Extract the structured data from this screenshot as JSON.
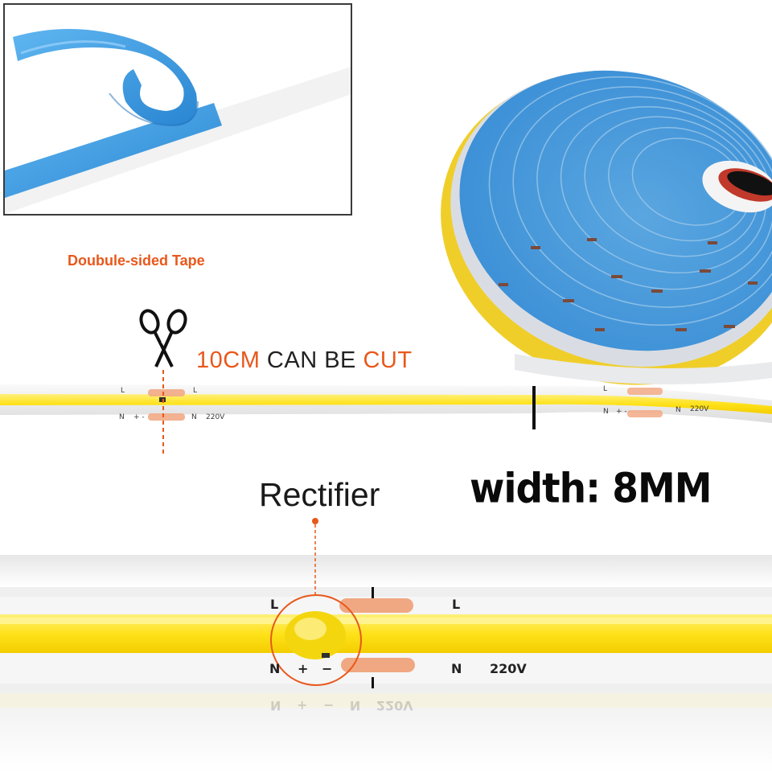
{
  "inset": {
    "caption": "Doubule-sided Tape"
  },
  "cut_info": {
    "part1": "10CM",
    "part2": "CAN BE",
    "part3": "CUT"
  },
  "width_info": {
    "label": "width: 8MM"
  },
  "rectifier": {
    "label": "Rectifier"
  },
  "strip_small": {
    "top_left": "L",
    "top_right": "L",
    "bottom_n": "N",
    "bottom_pm": "+ -",
    "bottom_n2": "N",
    "voltage": "220V"
  },
  "strip_small_right": {
    "top_left": "L",
    "bottom_n": "N",
    "bottom_pm": "+ -",
    "bottom_n2": "N",
    "voltage": "220V"
  },
  "strip_big": {
    "top_left": "L",
    "top_right": "L",
    "bottom_n": "N",
    "bottom_plus": "+",
    "bottom_minus": "−",
    "bottom_n2": "N",
    "voltage": "220V",
    "reflection": "N + − N 220V"
  },
  "colors": {
    "accent_orange": "#e8581c",
    "led_yellow": "#ffe21a",
    "tape_blue": "#3d9be0",
    "pcb_white": "#f0f0f0",
    "pad_copper": "#f0a882"
  }
}
